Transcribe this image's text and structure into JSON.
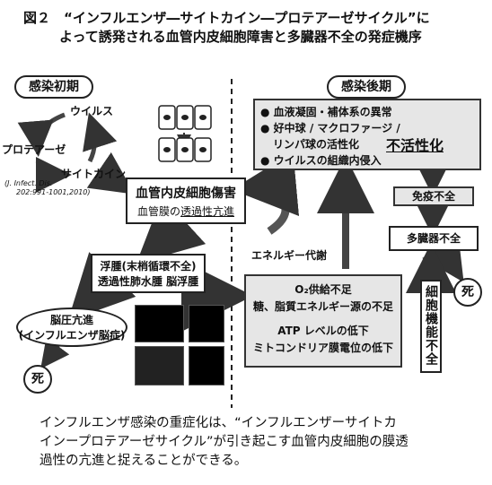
{
  "title": {
    "line1": "図２　“インフルエンザ―サイトカイン―プロテアーゼサイクル”に",
    "line2": "よって誘発される血管内皮細胞障害と多臓器不全の発症機序"
  },
  "early_phase": {
    "label": "感染初期",
    "cycle": [
      "ウイルス",
      "サイトカイン",
      "プロテアーゼ"
    ],
    "citation_line1": "(J. Infect. Dis.",
    "citation_line2": "202:991-1001,2010)"
  },
  "endothelial": {
    "title": "血管内皮細胞傷害",
    "subtitle_prefix": "血管膜の",
    "subtitle_emph": "透過性亢進"
  },
  "energy": {
    "label": "エネルギー代謝"
  },
  "edema": {
    "title": "浮腫(末梢循環不全)",
    "subtitle": "透過性肺水腫 脳浮腫"
  },
  "brain": {
    "line1": "脳圧亢進",
    "line2": "(インフルエンザ脳症)"
  },
  "death_left": "死",
  "late_phase": {
    "label": "感染後期",
    "items": [
      "血液凝固・補体系の異常",
      "好中球 / マクロファージ /",
      "リンパ球の活性化",
      "ウイルスの組織内侵入"
    ],
    "inactivation": "不活性化"
  },
  "immune": "免疫不全",
  "mof": "多臓器不全",
  "death_right": "死",
  "cell_dysfunction": "細胞機能不全",
  "energy_box": {
    "line1": "O₂供給不足",
    "line2": "糖、脂質エネルギー源の不足",
    "line3": "ATP レベルの低下",
    "line4": "ミトコンドリア膜電位の低下"
  },
  "caption": {
    "line1": "インフルエンザ感染の重症化は、“インフルエンザーサイトカ",
    "line2": "インープロテアーゼサイクル”が引き起こす血管内皮細胞の膜透",
    "line3": "過性の亢進と捉えることができる。"
  }
}
